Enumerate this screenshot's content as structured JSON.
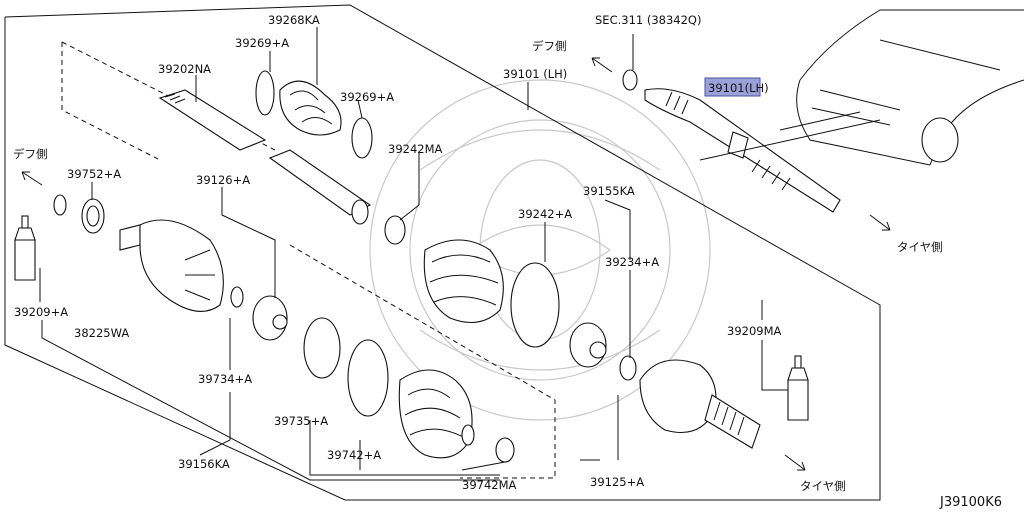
{
  "diagram_code": "J39100K6",
  "sec_ref": "SEC.311 (38342Q)",
  "highlighted_part": "39101(LH)",
  "direction_labels": {
    "diff_top": "デフ側",
    "diff_left": "デフ側",
    "tire_top": "タイヤ側",
    "tire_bottom": "タイヤ側"
  },
  "parts": [
    "39268KA",
    "39269+A",
    "39269+A",
    "39202NA",
    "39242MA",
    "39101 (LH)",
    "39752+A",
    "39126+A",
    "39242+A",
    "39155KA",
    "39234+A",
    "39209MA",
    "39209+A",
    "38225WA",
    "39734+A",
    "39735+A",
    "39742+A",
    "39156KA",
    "39742MA",
    "39125+A"
  ]
}
